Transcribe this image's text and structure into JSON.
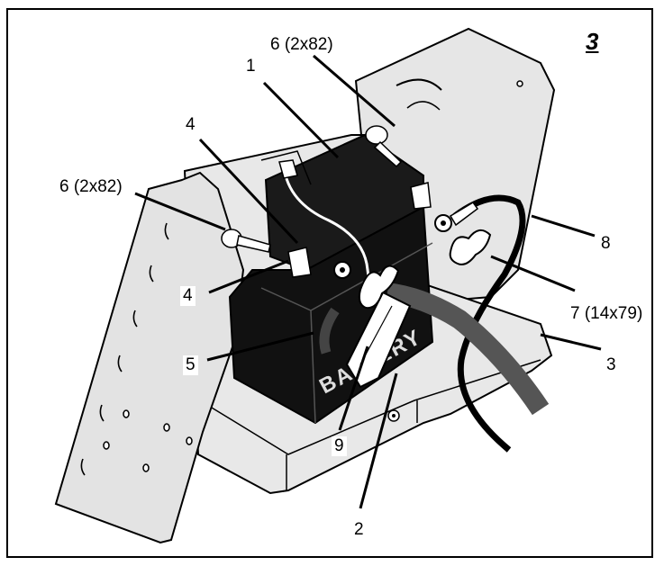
{
  "figure": {
    "number": "3"
  },
  "callouts": {
    "c1": "1",
    "c2": "2",
    "c3": "3",
    "c4_top": "4",
    "c4_bottom": "4",
    "c5": "5",
    "c6_top": "6 (2x82)",
    "c6_left": "6 (2x82)",
    "c7": "7 (14x79)",
    "c8": "8",
    "c9": "9"
  },
  "battery": {
    "label": "BATTERY"
  },
  "colors": {
    "line": "#000000",
    "plate": "#e6e6e6",
    "battery": "#111111",
    "cable_red": "#555555"
  }
}
